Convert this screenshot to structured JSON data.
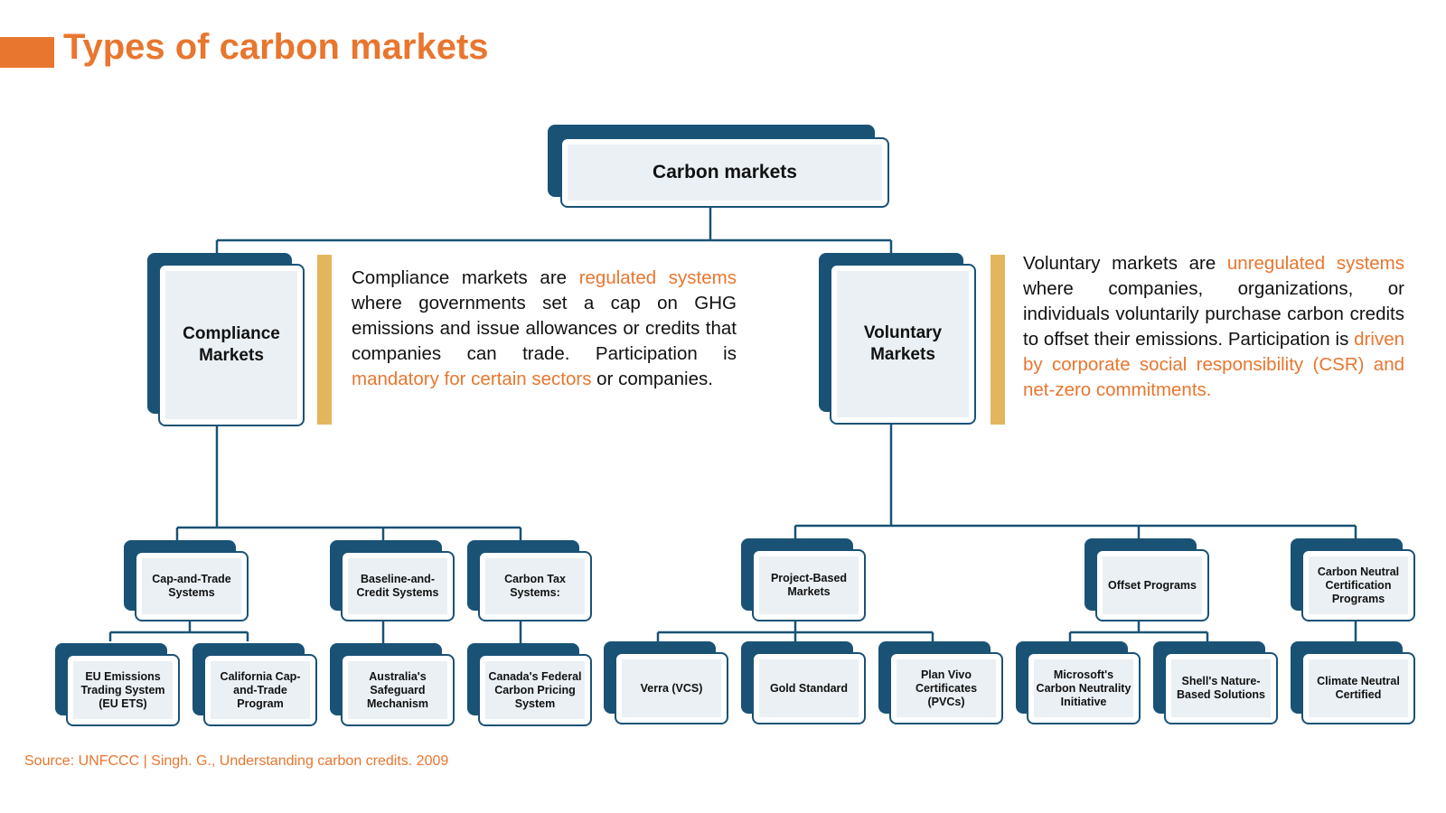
{
  "title": "Types of carbon markets",
  "source": "Source: UNFCCC | Singh. G., Understanding carbon credits. 2009",
  "colors": {
    "accent": "#e8762f",
    "navy": "#1a5276",
    "box_fill": "#eaf0f4",
    "bar": "#e3b65e"
  },
  "root": {
    "label": "Carbon markets"
  },
  "compliance": {
    "label": "Compliance Markets",
    "description": [
      {
        "text": "Compliance markets are ",
        "hl": false
      },
      {
        "text": "regulated systems",
        "hl": true
      },
      {
        "text": " where governments set a cap on GHG emissions and issue allowances or credits that companies can trade. Participation is ",
        "hl": false
      },
      {
        "text": "mandatory for certain sectors",
        "hl": true
      },
      {
        "text": " or companies.",
        "hl": false
      }
    ],
    "types": [
      {
        "label": "Cap-and-Trade Systems",
        "examples": [
          "EU Emissions Trading System (EU ETS)",
          "California Cap-and-Trade Program"
        ]
      },
      {
        "label": "Baseline-and-Credit Systems",
        "examples": [
          "Australia's Safeguard Mechanism"
        ]
      },
      {
        "label": "Carbon Tax Systems:",
        "examples": [
          "Canada's Federal Carbon Pricing System"
        ]
      }
    ]
  },
  "voluntary": {
    "label": "Voluntary Markets",
    "description": [
      {
        "text": "Voluntary markets are ",
        "hl": false
      },
      {
        "text": "unregulated systems",
        "hl": true
      },
      {
        "text": " where companies, organizations, or individuals voluntarily purchase carbon credits to offset their emissions. Participation is ",
        "hl": false
      },
      {
        "text": "driven by corporate social responsibility (CSR) and net-zero commitments.",
        "hl": true
      }
    ],
    "types": [
      {
        "label": "Project-Based Markets",
        "examples": [
          "Verra (VCS)",
          "Gold Standard",
          "Plan Vivo Certificates (PVCs)"
        ]
      },
      {
        "label": "Offset Programs",
        "examples": [
          "Microsoft's Carbon Neutrality Initiative",
          "Shell's Nature-Based Solutions"
        ]
      },
      {
        "label": "Carbon Neutral Certification Programs",
        "examples": [
          "Climate Neutral Certified"
        ]
      }
    ]
  }
}
